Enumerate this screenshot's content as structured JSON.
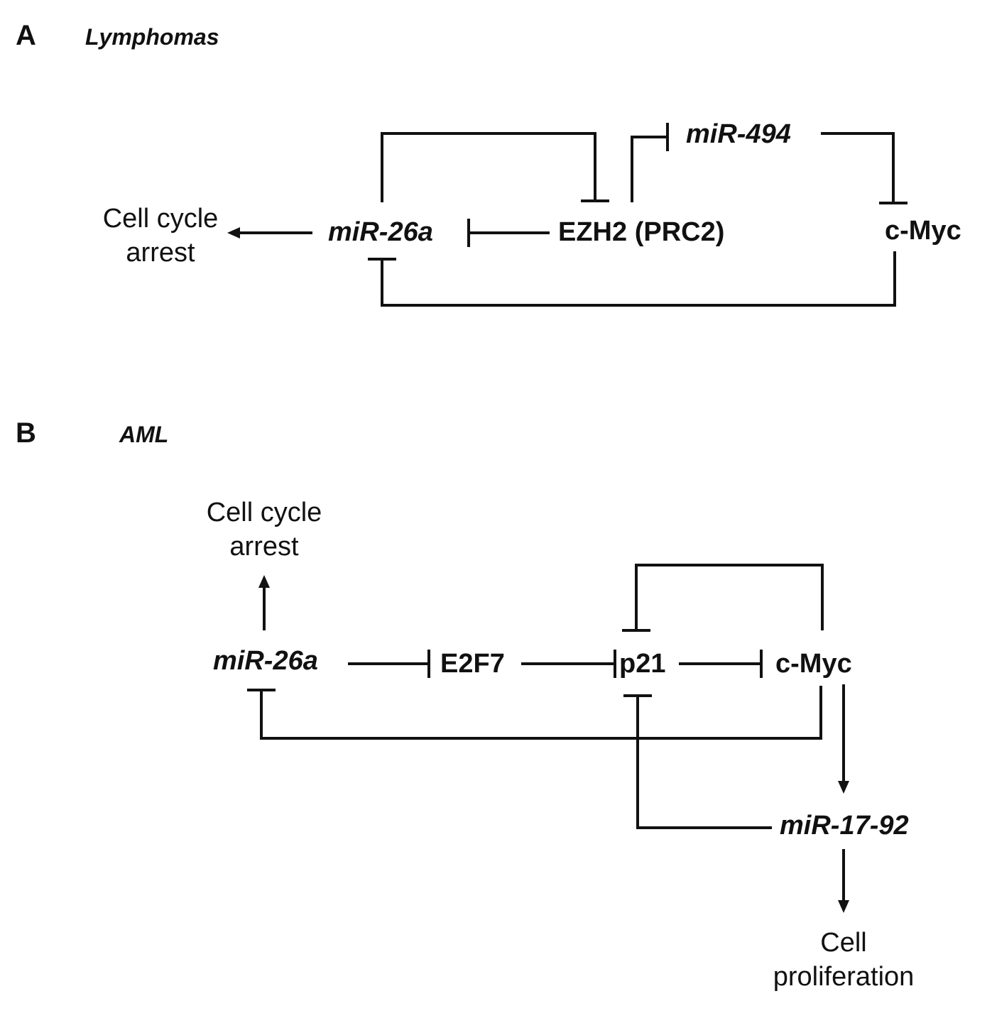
{
  "panel_a": {
    "letter": "A",
    "context": "Lymphomas",
    "nodes": {
      "cell_cycle_arrest_line1": "Cell cycle",
      "cell_cycle_arrest_line2": "arrest",
      "mir26a": "miR-26a",
      "ezh2": "EZH2 (PRC2)",
      "mir494": "miR-494",
      "cmyc": "c-Myc"
    }
  },
  "panel_b": {
    "letter": "B",
    "context": "AML",
    "nodes": {
      "cell_cycle_arrest_line1": "Cell cycle",
      "cell_cycle_arrest_line2": "arrest",
      "mir26a": "miR-26a",
      "e2f7": "E2F7",
      "p21": "p21",
      "cmyc": "c-Myc",
      "mir1792": "miR-17-92",
      "cell_proliferation_line1": "Cell",
      "cell_proliferation_line2": "proliferation"
    }
  },
  "edges": [
    {
      "from": "EZH2 (PRC2)",
      "to": "miR-26a",
      "type": "inhibition"
    },
    {
      "from": "miR-26a",
      "to": "EZH2 (PRC2)",
      "type": "inhibition"
    },
    {
      "from": "EZH2 (PRC2)",
      "to": "miR-494",
      "type": "inhibition"
    },
    {
      "from": "miR-494",
      "to": "c-Myc",
      "type": "inhibition"
    },
    {
      "from": "c-Myc",
      "to": "miR-26a",
      "type": "inhibition"
    },
    {
      "from": "miR-26a",
      "to": "Cell cycle arrest",
      "type": "activation"
    },
    {
      "from": "miR-26a",
      "to": "E2F7",
      "type": "inhibition"
    },
    {
      "from": "E2F7",
      "to": "p21",
      "type": "inhibition"
    },
    {
      "from": "p21",
      "to": "c-Myc",
      "type": "inhibition"
    },
    {
      "from": "c-Myc",
      "to": "p21",
      "type": "inhibition"
    },
    {
      "from": "c-Myc",
      "to": "miR-26a",
      "type": "inhibition"
    },
    {
      "from": "c-Myc",
      "to": "miR-17-92",
      "type": "activation"
    },
    {
      "from": "miR-17-92",
      "to": "p21",
      "type": "inhibition"
    },
    {
      "from": "miR-17-92",
      "to": "Cell proliferation",
      "type": "activation"
    }
  ]
}
